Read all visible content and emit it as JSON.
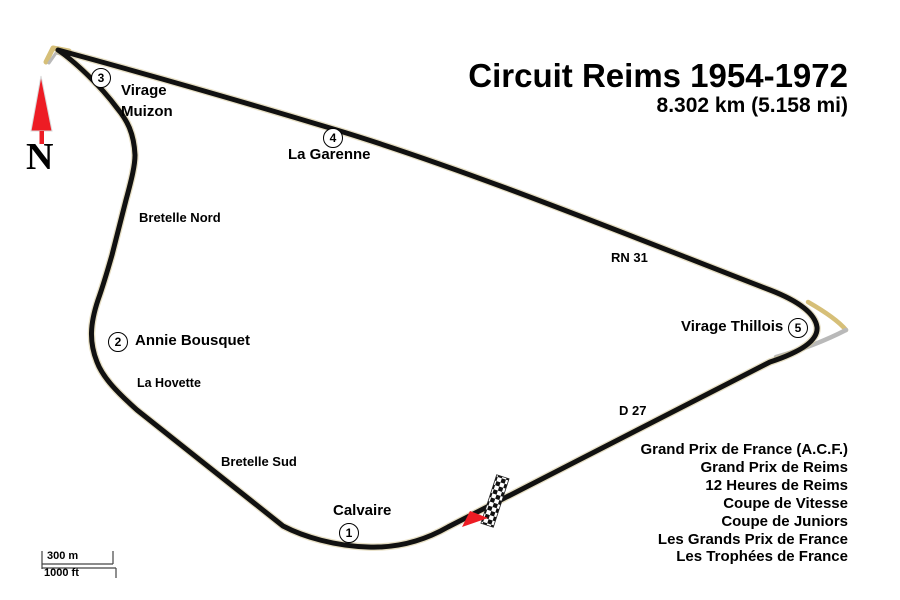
{
  "title": {
    "main": "Circuit Reims 1954-1972",
    "length": "8.302 km (5.158 mi)"
  },
  "compass": {
    "north_label": "N"
  },
  "corners": {
    "c1": {
      "number": "1",
      "label": "Calvaire"
    },
    "c2": {
      "number": "2",
      "label": "Annie Bousquet"
    },
    "c3": {
      "number": "3",
      "label_line1": "Virage",
      "label_line2": "Muizon"
    },
    "c4": {
      "number": "4",
      "label": "La Garenne"
    },
    "c5": {
      "number": "5",
      "label": "Virage Thillois"
    }
  },
  "roads": {
    "bretelle_nord": "Bretelle Nord",
    "rn31": "RN 31",
    "la_hovette": "La Hovette",
    "d27": "D 27",
    "bretelle_sud": "Bretelle Sud"
  },
  "events": {
    "items": [
      "Grand Prix de France (A.C.F.)",
      "Grand Prix de Reims",
      "12 Heures de Reims",
      "Coupe de Vitesse",
      "Coupe de Juniors",
      "Les Grands Prix de France",
      "Les Trophées de France"
    ]
  },
  "scale_bar": {
    "metric": "300 m",
    "imperial": "1000 ft"
  },
  "colors": {
    "track": "#111111",
    "track_halo": "#cfc08a",
    "old_track_tan": "#d6bf78",
    "old_track_grey": "#b9b9b9",
    "north_arrow_red": "#ed1c24",
    "background": "#ffffff"
  }
}
